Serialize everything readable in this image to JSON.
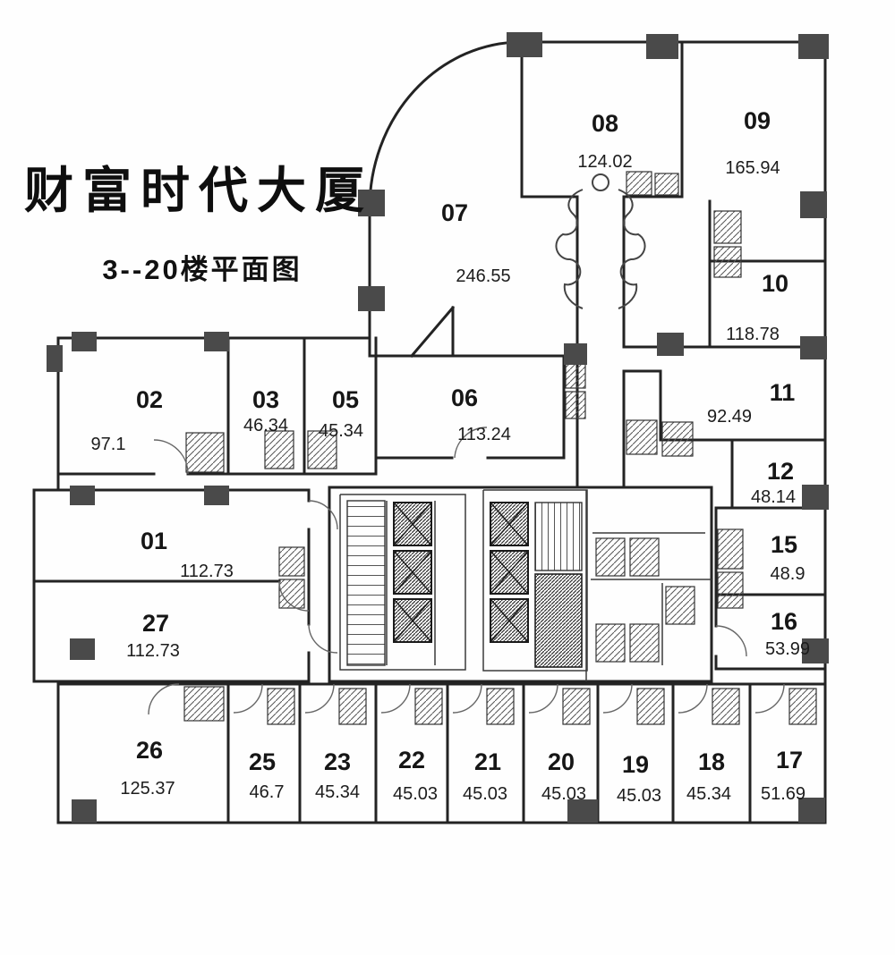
{
  "title": "财富时代大厦",
  "subtitle": "3--20楼平面图",
  "rooms": {
    "r01": {
      "number": "01",
      "area": "112.73"
    },
    "r02": {
      "number": "02",
      "area": "97.1"
    },
    "r03": {
      "number": "03",
      "area": "46.34"
    },
    "r05": {
      "number": "05",
      "area": "45.34"
    },
    "r06": {
      "number": "06",
      "area": "113.24"
    },
    "r07": {
      "number": "07",
      "area": "246.55"
    },
    "r08": {
      "number": "08",
      "area": "124.02"
    },
    "r09": {
      "number": "09",
      "area": "165.94"
    },
    "r10": {
      "number": "10",
      "area": "118.78"
    },
    "r11": {
      "number": "11",
      "area": "92.49"
    },
    "r12": {
      "number": "12",
      "area": "48.14"
    },
    "r15": {
      "number": "15",
      "area": "48.9"
    },
    "r16": {
      "number": "16",
      "area": "53.99"
    },
    "r17": {
      "number": "17",
      "area": "51.69"
    },
    "r18": {
      "number": "18",
      "area": "45.34"
    },
    "r19": {
      "number": "19",
      "area": "45.03"
    },
    "r20": {
      "number": "20",
      "area": "45.03"
    },
    "r21": {
      "number": "21",
      "area": "45.03"
    },
    "r22": {
      "number": "22",
      "area": "45.03"
    },
    "r23": {
      "number": "23",
      "area": "45.34"
    },
    "r25": {
      "number": "25",
      "area": "46.7"
    },
    "r26": {
      "number": "26",
      "area": "125.37"
    },
    "r27": {
      "number": "27",
      "area": "112.73"
    }
  }
}
